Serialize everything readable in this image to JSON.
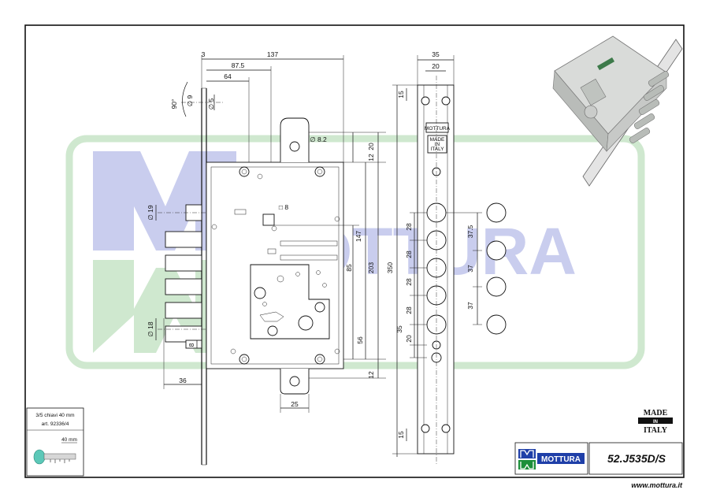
{
  "watermark": {
    "brand": "MOTTURA"
  },
  "dimensions": {
    "top": [
      "3",
      "137",
      "87.5",
      "64"
    ],
    "angle": "90°",
    "dia9": "∅ 9",
    "dia5": "∅ 5",
    "dia82": "∅ 8.2",
    "dia19": "∅ 19",
    "sq8": "□ 8",
    "dia18": "∅ 18",
    "left8": "8",
    "bottom36": "36",
    "bottom25": "25",
    "right": [
      "20",
      "12",
      "147",
      "85",
      "203",
      "56",
      "12",
      "350"
    ],
    "plate_top": [
      "35",
      "20"
    ],
    "plate_side": [
      "15",
      "15"
    ],
    "pitches": [
      "28",
      "28",
      "28",
      "28",
      "35",
      "20"
    ],
    "bolts_right": [
      "37.5",
      "37",
      "37"
    ]
  },
  "plate_labels": {
    "brand_tag": "MOTTURA",
    "made_tag": [
      "MADE",
      "IN",
      "ITALY"
    ]
  },
  "key_box": {
    "line1": "3/5 chiavi 40 mm",
    "line2": "art. 92336/4",
    "key_length": "40 mm"
  },
  "badge": {
    "made": "MADE",
    "in": "IN",
    "italy": "ITALY"
  },
  "logo": {
    "name": "MOTTURA"
  },
  "code": "52.J535D/S",
  "website": "www.mottura.it",
  "colors": {
    "watermark_blue": "#c9cdee",
    "watermark_green": "#cfe8cf",
    "logo_blue": "#1f3fa8",
    "logo_green": "#1c8f3a",
    "key_teal": "#5cc8b8"
  }
}
